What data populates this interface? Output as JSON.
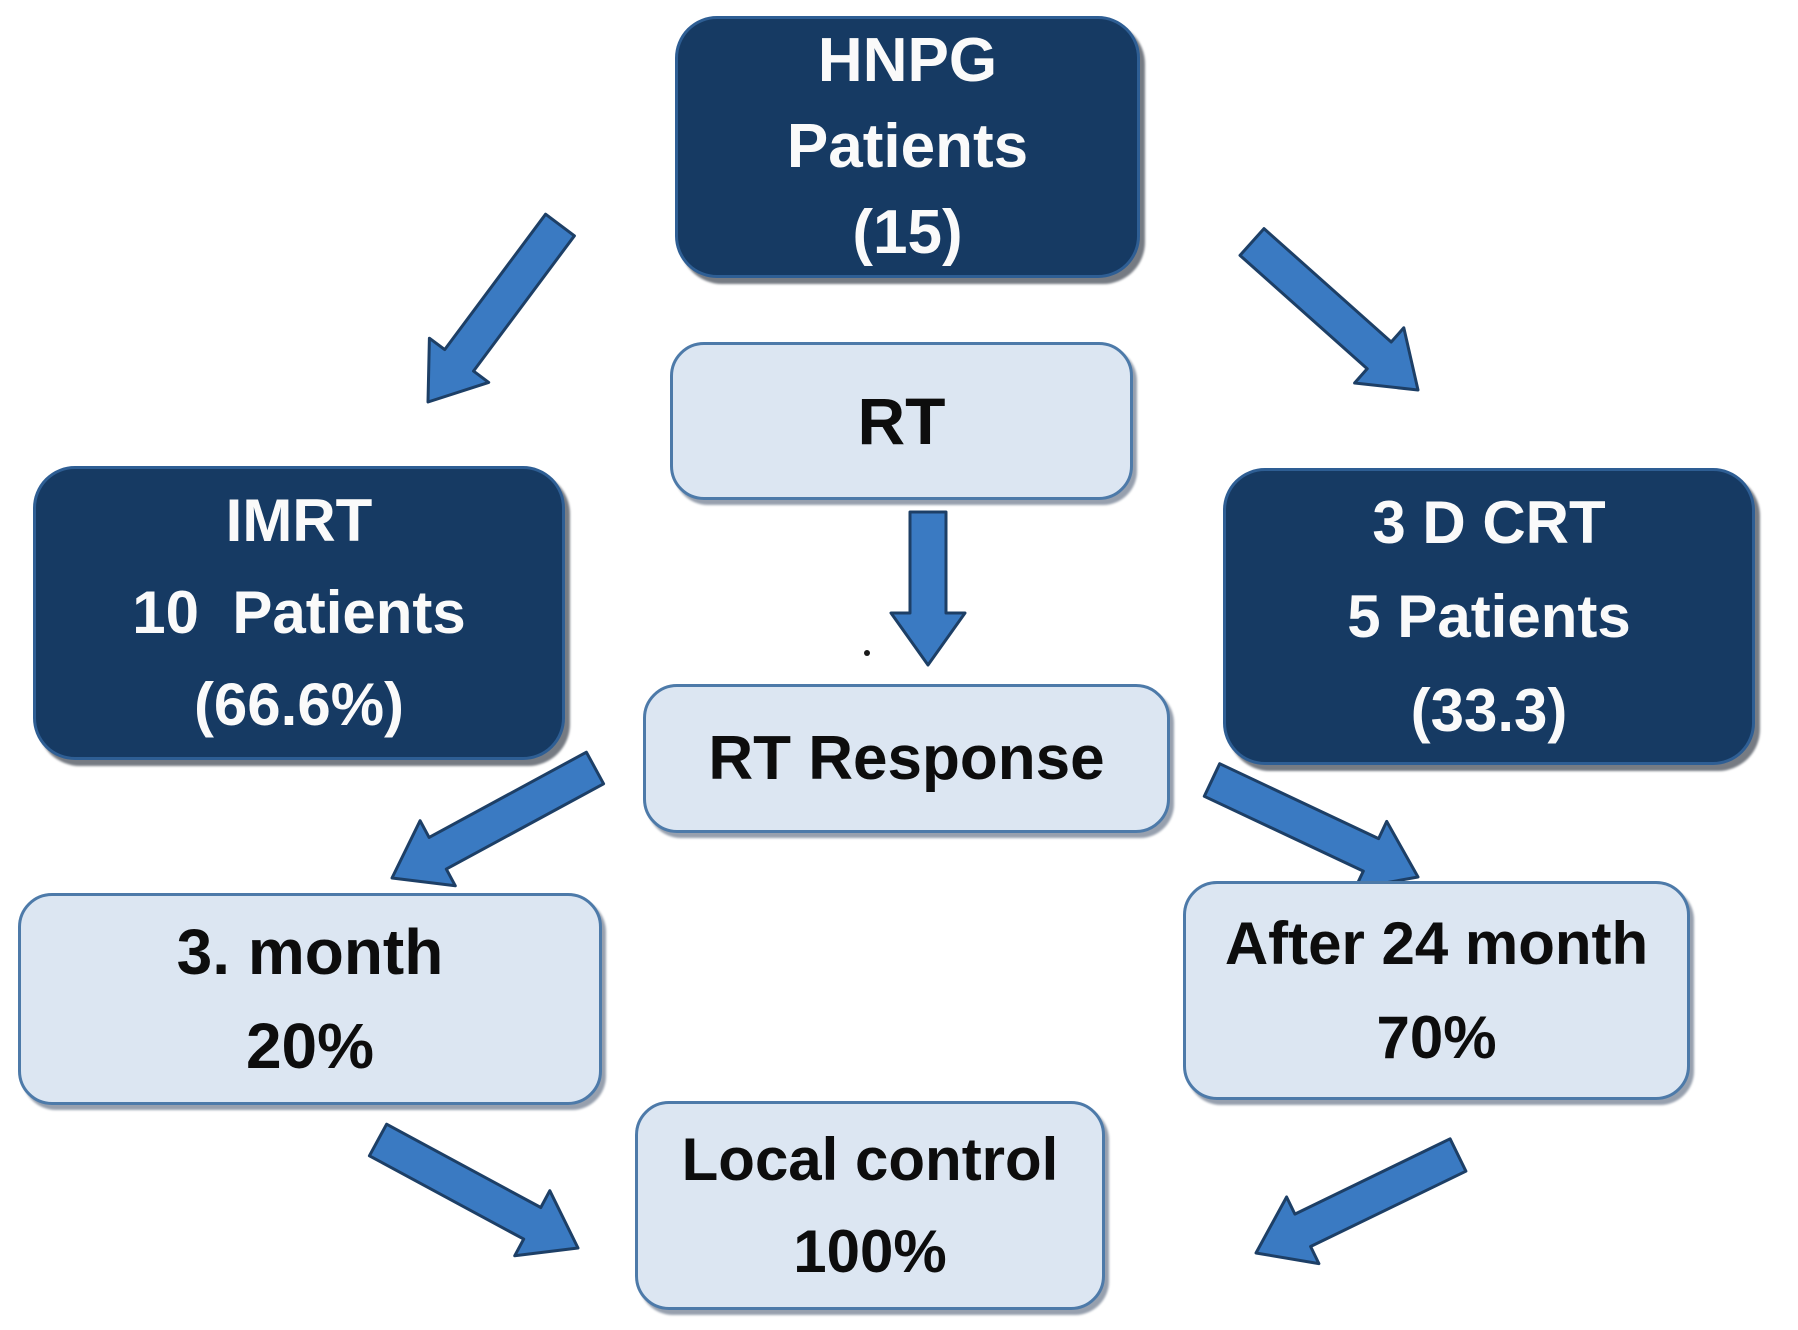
{
  "colors": {
    "dark_box_fill": "#163a63",
    "dark_box_border": "#2e5e94",
    "dark_box_text": "#fafafa",
    "light_box_fill": "#dce6f2",
    "light_box_border": "#4d7aa9",
    "light_box_text": "#0d0d0d",
    "arrow_fill": "#3a7ac2",
    "arrow_outline": "#1d3f66"
  },
  "nodes": {
    "hnpg": {
      "lines": [
        "HNPG",
        "Patients",
        "(15)"
      ]
    },
    "rt": {
      "lines": [
        "RT"
      ]
    },
    "imrt": {
      "lines": [
        "IMRT",
        "10  Patients",
        "(66.6%)"
      ]
    },
    "crt": {
      "lines": [
        "3 D CRT",
        "5 Patients",
        "(33.3)"
      ]
    },
    "rt_response": {
      "lines": [
        "RT Response"
      ]
    },
    "month3": {
      "lines": [
        "3. month",
        "20%"
      ]
    },
    "month24": {
      "lines": [
        "After 24 month",
        "70%"
      ]
    },
    "local_control": {
      "lines": [
        "Local control",
        "100%"
      ]
    }
  }
}
